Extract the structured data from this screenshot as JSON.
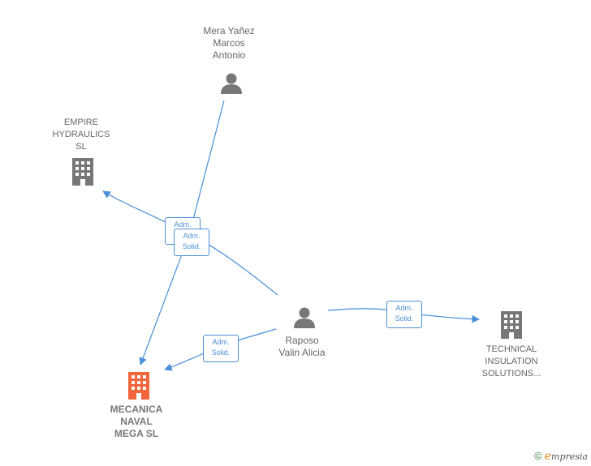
{
  "nodes": {
    "mera": {
      "label": "Mera Yañez\nMarcos\nAntonio",
      "kind": "person"
    },
    "empire": {
      "label": "EMPIRE\nHYDRAULICS\nSL",
      "kind": "company"
    },
    "raposo": {
      "label": "Raposo\nValin Alicia",
      "kind": "person"
    },
    "technical": {
      "label": "TECHNICAL\nINSULATION\nSOLUTIONS...",
      "kind": "company"
    },
    "mecanica": {
      "label": "MECANICA\nNAVAL\nMEGA  SL",
      "kind": "company-focus"
    }
  },
  "edges": {
    "e1": {
      "label": "Adm.\nSolid."
    },
    "e2": {
      "label": "Adm.\nSolid."
    },
    "e3": {
      "label": "Adm.\nSolid."
    },
    "e4": {
      "label": "Adm.\nSolid."
    }
  },
  "colors": {
    "edge": "#4a8fd8",
    "node_gray": "#777777",
    "focus_company": "#f0653a"
  },
  "footer": {
    "copyright_symbol": "©",
    "brand_initial": "e",
    "brand_rest": "mpresia"
  }
}
